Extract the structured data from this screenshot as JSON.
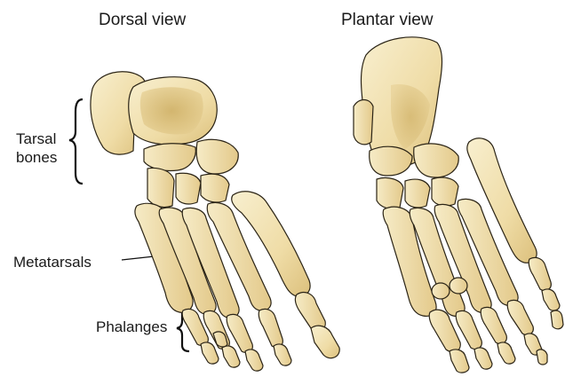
{
  "views": {
    "dorsal_title": "Dorsal view",
    "plantar_title": "Plantar view"
  },
  "labels": {
    "tarsal_line1": "Tarsal",
    "tarsal_line2": "bones",
    "metatarsals": "Metatarsals",
    "phalanges": "Phalanges"
  },
  "colors": {
    "bone_light": "#f5e9bf",
    "bone_mid": "#e8d297",
    "bone_shadow": "#c9a85a",
    "outline": "#2b2416"
  }
}
